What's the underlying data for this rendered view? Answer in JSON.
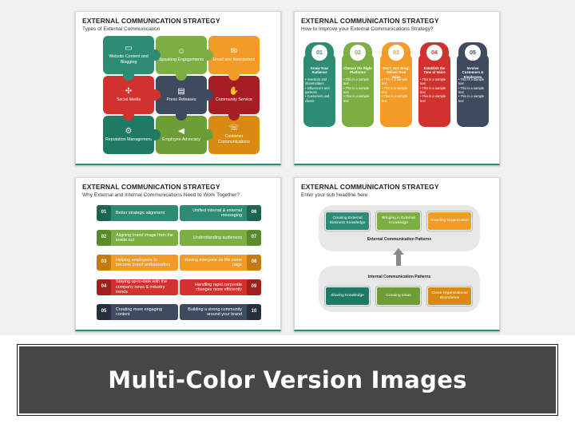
{
  "banner": {
    "text": "Multi-Color Version Images"
  },
  "slide1": {
    "title": "EXTERNAL COMMUNICATION STRATEGY",
    "subtitle": "Types of External Communication",
    "pieces": [
      {
        "label": "Website Content and Blogging",
        "icon": "monitor-icon",
        "glyph": "▭",
        "color": "#2e8b74"
      },
      {
        "label": "Speaking Engagements",
        "icon": "people-icon",
        "glyph": "☺",
        "color": "#7cae44"
      },
      {
        "label": "Email and Newsletters",
        "icon": "envelope-icon",
        "glyph": "✉",
        "color": "#f29b26"
      },
      {
        "label": "Social Media",
        "icon": "network-icon",
        "glyph": "✣",
        "color": "#d1322e"
      },
      {
        "label": "Press Releases",
        "icon": "newspaper-icon",
        "glyph": "▤",
        "color": "#3e4a5e"
      },
      {
        "label": "Community Service",
        "icon": "hands-icon",
        "glyph": "✋",
        "color": "#a51e24"
      },
      {
        "label": "Reputation Management",
        "icon": "gears-icon",
        "glyph": "⚙",
        "color": "#1f7a63"
      },
      {
        "label": "Employee Advocacy",
        "icon": "megaphone-icon",
        "glyph": "◀",
        "color": "#6d9d35"
      },
      {
        "label": "Customer Communications",
        "icon": "chat-icon",
        "glyph": "☏",
        "color": "#d98a12"
      }
    ]
  },
  "slide2": {
    "title": "EXTERNAL COMMUNICATION STRATEGY",
    "subtitle": "How to Improve your External Communications Strategy?",
    "steps": [
      {
        "num": "01",
        "head": "Know Your Audience",
        "color": "#2e8b74",
        "items": [
          "Investors and shareholders",
          "Influencers and partners",
          "Customers and clients"
        ]
      },
      {
        "num": "02",
        "head": "Choose the Right Platforms",
        "color": "#7cae44",
        "items": [
          "This is a sample text",
          "This is a sample text",
          "This is a sample text"
        ]
      },
      {
        "num": "03",
        "head": "Don't Just Brag; Deliver Real Value",
        "color": "#f29b26",
        "items": [
          "This is a sample text",
          "This is a sample text",
          "This is a sample text"
        ]
      },
      {
        "num": "04",
        "head": "Establish the Tone of Voice",
        "color": "#d1322e",
        "items": [
          "This is a sample text",
          "This is a sample text",
          "This is a sample text"
        ]
      },
      {
        "num": "05",
        "head": "Involve Customers & Employees",
        "color": "#3e4a5e",
        "items": [
          "This is a sample text",
          "This is a sample text",
          "This is a sample text"
        ]
      }
    ]
  },
  "slide3": {
    "title": "EXTERNAL COMMUNICATION STRATEGY",
    "subtitle": "Why External and Internal Communications Need to Work Together?",
    "left": [
      {
        "num": "01",
        "text": "Better strategic alignment",
        "color": "#2e8b74",
        "dark": "#1d6553"
      },
      {
        "num": "02",
        "text": "Aligning brand image from the inside out",
        "color": "#7cae44",
        "dark": "#5a8a2b"
      },
      {
        "num": "03",
        "text": "Helping employees to become brand ambassadors",
        "color": "#f29b26",
        "dark": "#c87a12"
      },
      {
        "num": "04",
        "text": "Staying up-to-date with the company news & industry trends",
        "color": "#d1322e",
        "dark": "#9e1f1c"
      },
      {
        "num": "05",
        "text": "Creating more engaging content",
        "color": "#3e4a5e",
        "dark": "#262f3e"
      }
    ],
    "right": [
      {
        "num": "06",
        "text": "Unified internal & external messaging",
        "color": "#2e8b74",
        "dark": "#1d6553"
      },
      {
        "num": "07",
        "text": "Understanding audiences",
        "color": "#7cae44",
        "dark": "#5a8a2b"
      },
      {
        "num": "08",
        "text": "Having everyone on the same page",
        "color": "#f29b26",
        "dark": "#c87a12"
      },
      {
        "num": "09",
        "text": "Handling rapid corporate changes more efficiently",
        "color": "#d1322e",
        "dark": "#9e1f1c"
      },
      {
        "num": "10",
        "text": "Building a strong community around your brand",
        "color": "#3e4a5e",
        "dark": "#262f3e"
      }
    ]
  },
  "slide4": {
    "title": "EXTERNAL COMMUNICATION STRATEGY",
    "subtitle": "Enter your sub headline here",
    "external_label": "External Communication Patterns",
    "internal_label": "Internal Communication Patterns",
    "external": [
      {
        "text": "Creating External Business Knowledge",
        "color": "#2e8b74"
      },
      {
        "text": "Bringing in External Knowledge",
        "color": "#7cae44"
      },
      {
        "text": "Branding Organization",
        "color": "#f29b26"
      }
    ],
    "internal": [
      {
        "text": "Sharing Knowledge",
        "color": "#1f7a63"
      },
      {
        "text": "Creating Ideas",
        "color": "#6d9d35"
      },
      {
        "text": "Cross-Organizational Boundaries",
        "color": "#d98a12"
      }
    ]
  }
}
